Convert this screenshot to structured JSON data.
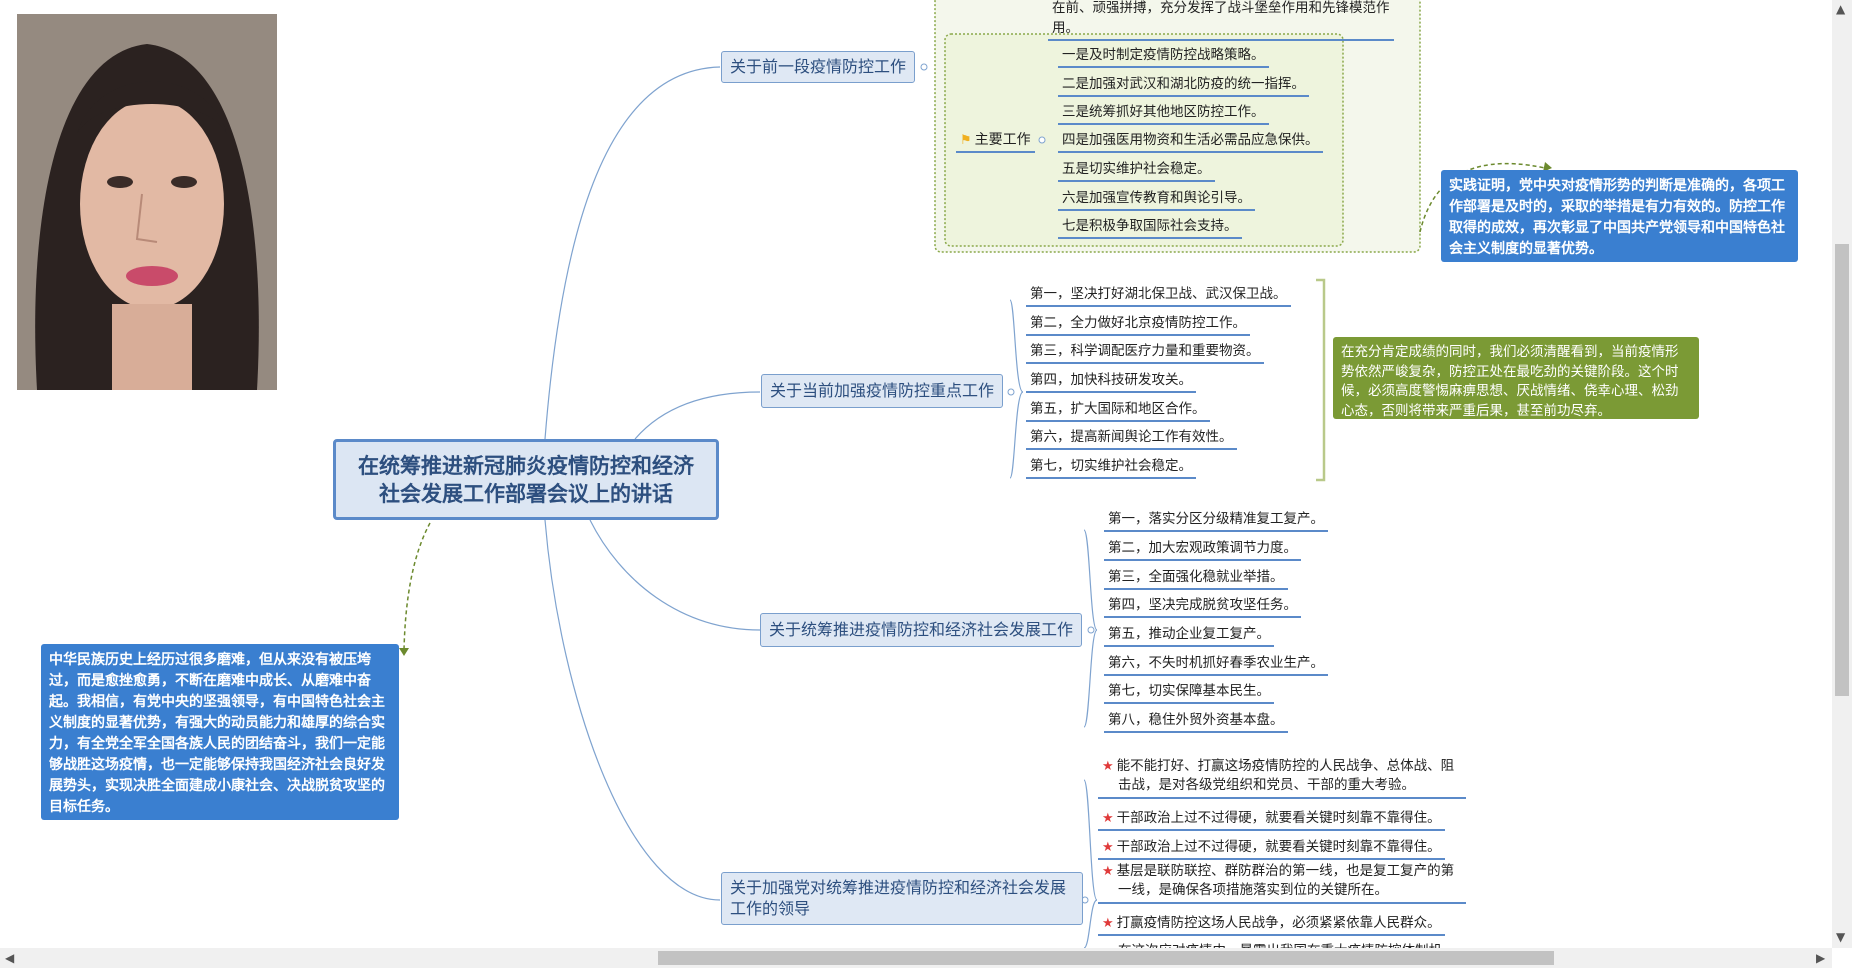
{
  "central": {
    "line1": "在统筹推进新冠肺炎疫情防控和经济",
    "line2": "社会发展工作部署会议上的讲话"
  },
  "branch1": {
    "title": "关于前一段疫情防控工作",
    "top_text_line1": "在前、顽强拼搏，充分发挥了战斗堡垒作用和先锋模范作",
    "top_text_line2": "用。",
    "sub": "主要工作",
    "items": [
      "一是及时制定疫情防控战略策略。",
      "二是加强对武汉和湖北防疫的统一指挥。",
      "三是统筹抓好其他地区防控工作。",
      "四是加强医用物资和生活必需品应急保供。",
      "五是切实维护社会稳定。",
      "六是加强宣传教育和舆论引导。",
      "七是积极争取国际社会支持。"
    ]
  },
  "branch2": {
    "title": "关于当前加强疫情防控重点工作",
    "items": [
      "第一，坚决打好湖北保卫战、武汉保卫战。",
      "第二，全力做好北京疫情防控工作。",
      "第三，科学调配医疗力量和重要物资。",
      "第四，加快科技研发攻关。",
      "第五，扩大国际和地区合作。",
      "第六，提高新闻舆论工作有效性。",
      "第七，切实维护社会稳定。"
    ]
  },
  "branch3": {
    "title": "关于统筹推进疫情防控和经济社会发展工作",
    "items": [
      "第一，落实分区分级精准复工复产。",
      "第二，加大宏观政策调节力度。",
      "第三，全面强化稳就业举措。",
      "第四，坚决完成脱贫攻坚任务。",
      "第五，推动企业复工复产。",
      "第六，不失时机抓好春季农业生产。",
      "第七，切实保障基本民生。",
      "第八，稳住外贸外资基本盘。"
    ]
  },
  "branch4": {
    "title_line1": "关于加强党对统筹推进疫情防控和经济社会发展",
    "title_line2": "工作的领导",
    "items": [
      {
        "l1": "能不能打好、打赢这场疫情防控的人民战争、总体战、阻",
        "l2": "击战，是对各级党组织和党员、干部的重大考验。"
      },
      {
        "l1": "干部政治上过不过得硬，就要看关键时刻靠不靠得住。",
        "l2": ""
      },
      {
        "l1": "干部政治上过不过得硬，就要看关键时刻靠不靠得住。",
        "l2": ""
      },
      {
        "l1": "基层是联防联控、群防群治的第一线，也是复工复产的第",
        "l2": "一线，是确保各项措施落实到位的关键所在。"
      },
      {
        "l1": "打赢疫情防控这场人民战争，必须紧紧依靠人民群众。",
        "l2": ""
      },
      {
        "l1": "在这次应对疫情中，暴露出我国在重大疫情防控体制机",
        "l2": ""
      }
    ]
  },
  "notes": {
    "right_blue": "实践证明，党中央对疫情形势的判断是准确的，各项工作部署是及时的，采取的举措是有力有效的。防控工作取得的成效，再次彰显了中国共产党领导和中国特色社会主义制度的显著优势。",
    "olive": "在充分肯定成绩的同时，我们必须清醒看到，当前疫情形势依然严峻复杂，防控正处在最吃劲的关键阶段。这个时候，必须高度警惕麻痹思想、厌战情绪、侥幸心理、松劲心态，否则将带来严重后果，甚至前功尽弃。",
    "left_blue": "中华民族历史上经历过很多磨难，但从来没有被压垮过，而是愈挫愈勇，不断在磨难中成长、从磨难中奋起。我相信，有党中央的坚强领导，有中国特色社会主义制度的显著优势，有强大的动员能力和雄厚的综合实力，有全党全军全国各族人民的团结奋斗，我们一定能够战胜这场疫情，也一定能够保持我国经济社会良好发展势头，实现决胜全面建成小康社会、决战脱贫攻坚的目标任务。"
  },
  "colors": {
    "line": "#7fa3cf",
    "accent": "#3a7fd0",
    "olive": "#7b9a35",
    "summary": "#b9c98a"
  },
  "icons": {
    "flag": "flag-icon",
    "star": "star-icon"
  }
}
